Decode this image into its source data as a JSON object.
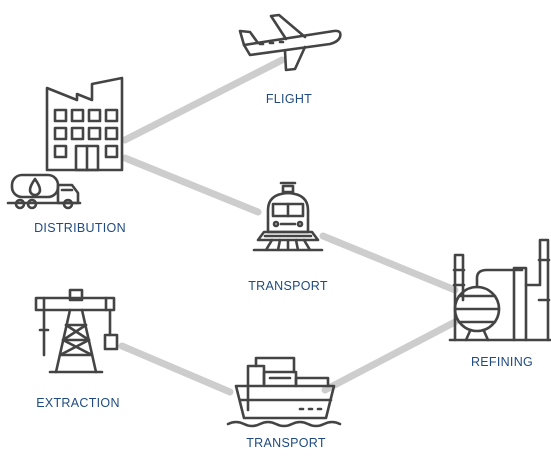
{
  "colors": {
    "link": "#cdcdcd",
    "icon": "#444444",
    "label": "#1f4b80",
    "background": "#ffffff"
  },
  "nodes": [
    {
      "id": "flight",
      "label": "FLIGHT",
      "icon": "airplane-icon"
    },
    {
      "id": "distribution",
      "label": "DISTRIBUTION",
      "icon": "factory-icon"
    },
    {
      "id": "distribution_truck",
      "label": "",
      "icon": "tanker-truck-icon"
    },
    {
      "id": "transport_rail",
      "label": "TRANSPORT",
      "icon": "train-icon"
    },
    {
      "id": "refining",
      "label": "REFINING",
      "icon": "refinery-icon"
    },
    {
      "id": "extraction",
      "label": "EXTRACTION",
      "icon": "oil-derrick-icon"
    },
    {
      "id": "transport_ship",
      "label": "TRANSPORT",
      "icon": "cargo-ship-icon"
    }
  ],
  "links": [
    {
      "from": "distribution",
      "to": "flight"
    },
    {
      "from": "distribution",
      "to": "transport_rail"
    },
    {
      "from": "transport_rail",
      "to": "refining"
    },
    {
      "from": "refining",
      "to": "transport_ship"
    },
    {
      "from": "transport_ship",
      "to": "extraction"
    }
  ]
}
